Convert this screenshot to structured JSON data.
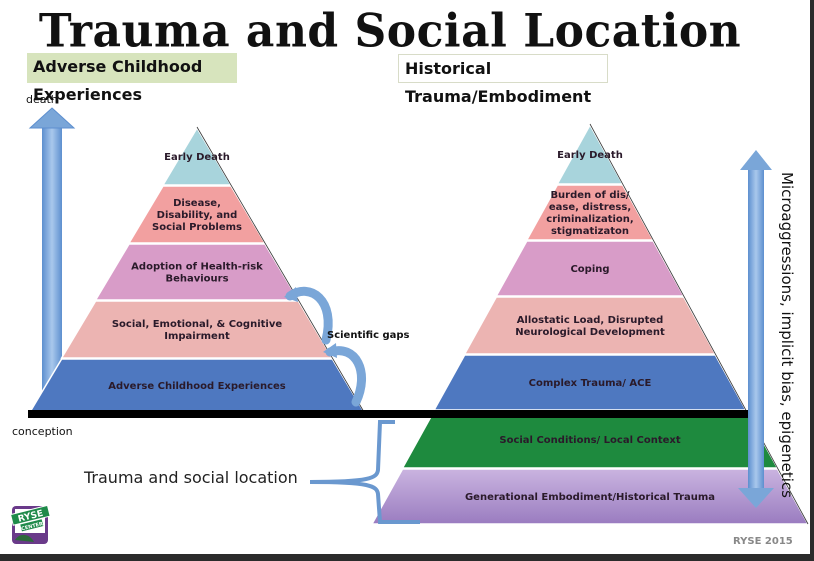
{
  "title": "Trauma and Social Location",
  "headers": {
    "left": "Adverse Childhood Experiences",
    "right": "Historical Trauma/Embodiment"
  },
  "axis": {
    "top_label": "death",
    "bottom_label": "conception"
  },
  "left_pyramid": {
    "tiers": [
      {
        "label_lines": [
          "Early Death"
        ],
        "color": "#a8d4dc"
      },
      {
        "label_lines": [
          "Disease,",
          "Disability, and",
          "Social Problems"
        ],
        "color": "#f2a0a0"
      },
      {
        "label_lines": [
          "Adoption of Health-risk",
          "Behaviours"
        ],
        "color": "#d89cc8"
      },
      {
        "label_lines": [
          "Social, Emotional, & Cognitive",
          "Impairment"
        ],
        "color": "#ecb4b2"
      },
      {
        "label_lines": [
          "Adverse Childhood Experiences"
        ],
        "color": "#4e78c0"
      }
    ],
    "annotation": "Scientific gaps"
  },
  "right_pyramid": {
    "tiers": [
      {
        "label_lines": [
          "Early Death"
        ],
        "color": "#a8d4dc"
      },
      {
        "label_lines": [
          "Burden of dis/",
          "ease, distress,",
          "criminalization,",
          "stigmatizaton"
        ],
        "color": "#f2a0a0"
      },
      {
        "label_lines": [
          "Coping"
        ],
        "color": "#d89cc8"
      },
      {
        "label_lines": [
          "Allostatic Load, Disrupted",
          "Neurological Development"
        ],
        "color": "#ecb4b2"
      },
      {
        "label_lines": [
          "Complex Trauma/ ACE"
        ],
        "color": "#4e78c0"
      },
      {
        "label_lines": [
          "Social Conditions/ Local Context"
        ],
        "color": "#1e8a3e"
      },
      {
        "label_lines": [
          "Generational Embodiment/Historical Trauma"
        ],
        "color": "#a88cc8"
      }
    ]
  },
  "side_label": "Microaggressions, implicit bias, epigenetics",
  "brace_label": "Trauma and social location",
  "logo": {
    "line1": "RYSE",
    "line2": "CENTER"
  },
  "footer": "RYSE 2015",
  "colors": {
    "header_left_bg": "#d7e4bd",
    "arrow_blue": "#7aa6d8",
    "baseline": "#000000"
  }
}
